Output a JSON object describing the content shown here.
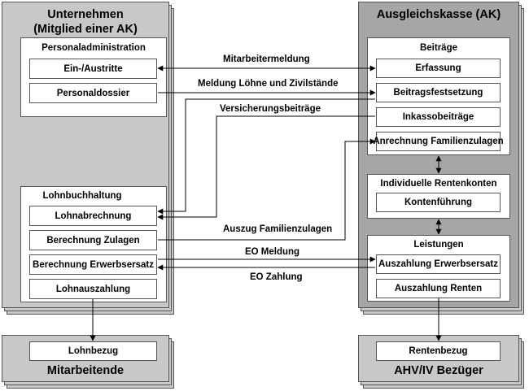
{
  "company": {
    "title_line1": "Unternehmen",
    "title_line2": "(Mitglied einer AK)",
    "personal_admin": {
      "title": "Personaladministration",
      "items": [
        "Ein-/Austritte",
        "Personaldossier"
      ]
    },
    "payroll": {
      "title": "Lohnbuchhaltung",
      "items": [
        "Lohnabrechnung",
        "Berechnung Zulagen",
        "Berechnung Erwerbsersatz",
        "Lohnauszahlung"
      ]
    }
  },
  "fund": {
    "title": "Ausgleichskasse (AK)",
    "contributions": {
      "title": "Beiträge",
      "items": [
        "Erfassung",
        "Beitragsfestsetzung",
        "Inkassobeiträge",
        "Anrechnung Familienzulagen"
      ]
    },
    "accounts": {
      "title": "Individuelle Rentenkonten",
      "items": [
        "Kontenführung"
      ]
    },
    "benefits": {
      "title": "Leistungen",
      "items": [
        "Auszahlung Erwerbsersatz",
        "Auszahlung Renten"
      ]
    }
  },
  "employees": {
    "item": "Lohnbezug",
    "title": "Mitarbeitende"
  },
  "pensioners": {
    "item": "Rentenbezug",
    "title": "AHV/IV Bezüger"
  },
  "flows": [
    "Mitarbeitermeldung",
    "Meldung Löhne und Zivilstände",
    "Versicherungsbeiträge",
    "Auszug Familienzulagen",
    "EO Meldung",
    "EO Zahlung"
  ]
}
